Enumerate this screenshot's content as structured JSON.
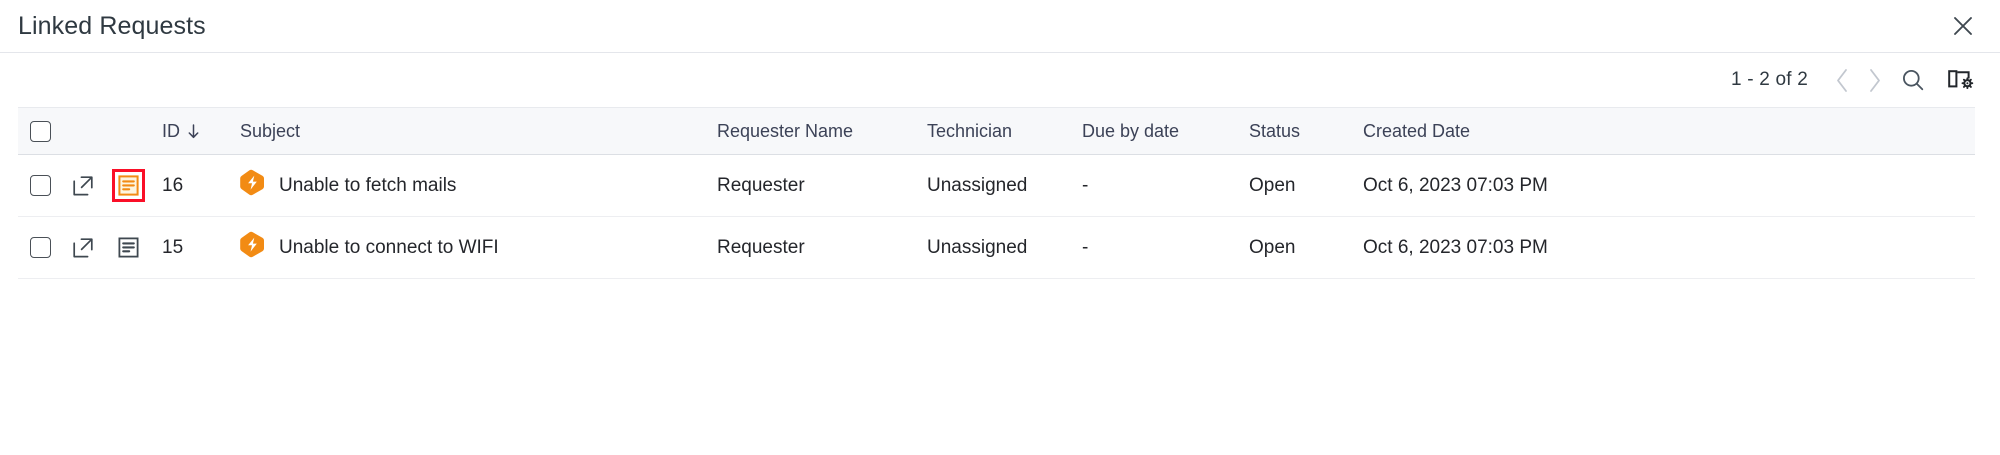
{
  "dialog": {
    "title": "Linked Requests",
    "close_icon": "close-icon"
  },
  "toolbar": {
    "page_count": "1 - 2 of 2",
    "prev_icon": "chevron-left-icon",
    "next_icon": "chevron-right-icon",
    "search_icon": "search-icon",
    "columns_icon": "column-settings-icon"
  },
  "table": {
    "columns": [
      {
        "key": "select",
        "label": ""
      },
      {
        "key": "open",
        "label": ""
      },
      {
        "key": "notes",
        "label": ""
      },
      {
        "key": "id",
        "label": "ID",
        "sort": "desc"
      },
      {
        "key": "subject",
        "label": "Subject"
      },
      {
        "key": "requester",
        "label": "Requester Name"
      },
      {
        "key": "technician",
        "label": "Technician"
      },
      {
        "key": "due",
        "label": "Due by date"
      },
      {
        "key": "status",
        "label": "Status"
      },
      {
        "key": "created",
        "label": "Created Date"
      }
    ],
    "rows": [
      {
        "id": "16",
        "subject": "Unable to fetch mails",
        "requester": "Requester",
        "technician": "Unassigned",
        "due": "-",
        "status": "Open",
        "created": "Oct 6, 2023 07:03 PM",
        "type_icon": "request-hexagon-icon",
        "open_icon": "external-link-icon",
        "notes_icon": "notes-icon",
        "notes_highlighted": true
      },
      {
        "id": "15",
        "subject": "Unable to connect to WIFI",
        "requester": "Requester",
        "technician": "Unassigned",
        "due": "-",
        "status": "Open",
        "created": "Oct 6, 2023 07:03 PM",
        "type_icon": "request-hexagon-icon",
        "open_icon": "external-link-icon",
        "notes_icon": "notes-icon",
        "notes_highlighted": false
      }
    ]
  },
  "colors": {
    "accent_orange": "#f28b14",
    "highlight_red": "#fa0f28",
    "header_bg": "#f7f8fa",
    "text": "#24262b",
    "icon_dark": "#3f4850"
  }
}
